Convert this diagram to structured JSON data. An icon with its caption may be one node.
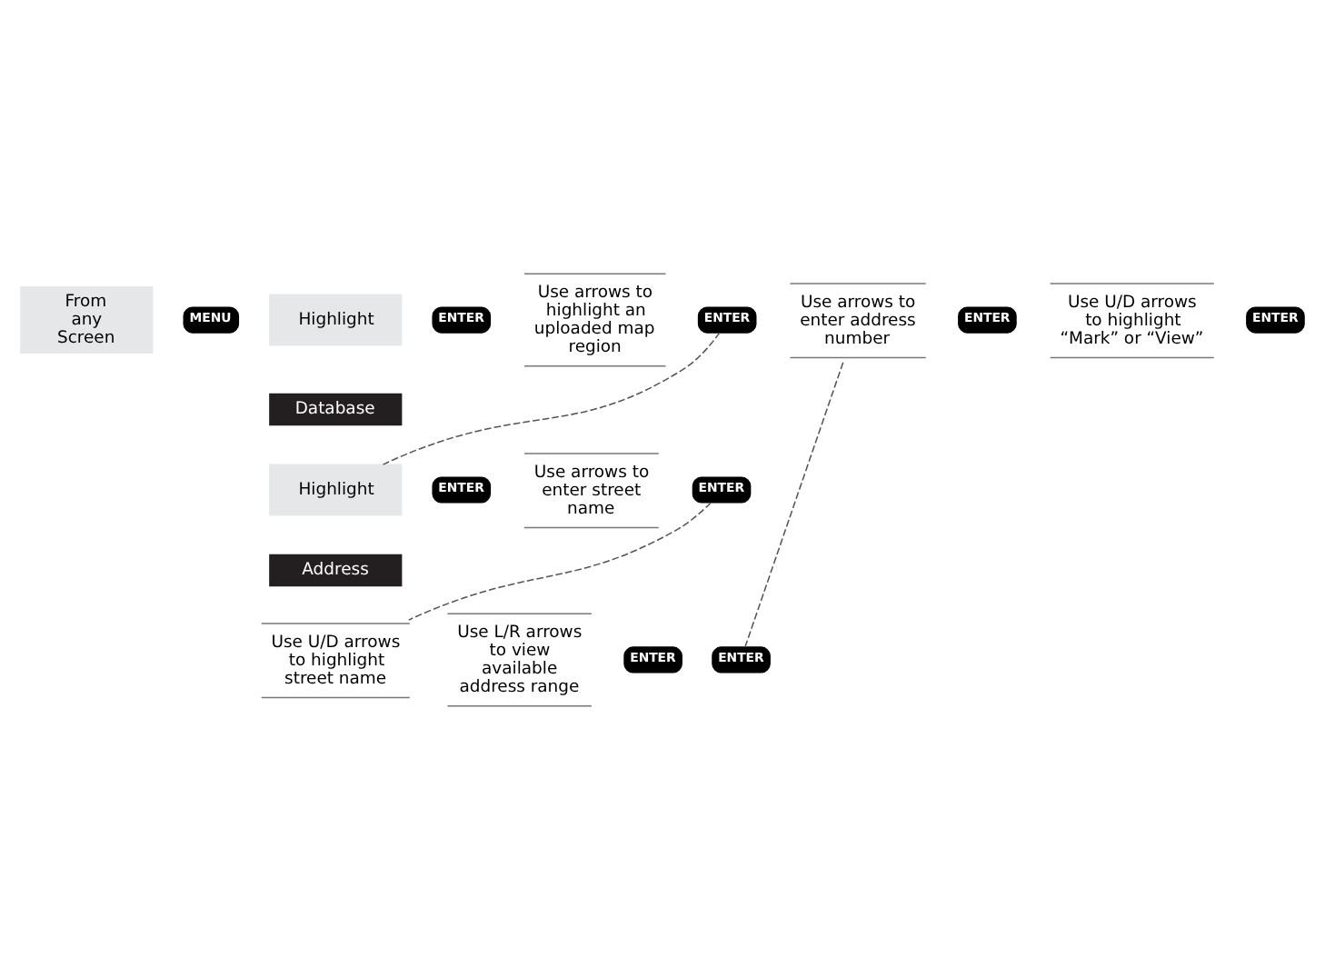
{
  "diagram": {
    "nodes": [
      {
        "text": [
          "From any Screen"
        ]
      },
      {
        "text": [
          "MENU"
        ]
      },
      {
        "text": [
          "Highlight"
        ]
      },
      {
        "text": [
          "Database"
        ]
      },
      {
        "text": [
          "ENTER"
        ]
      },
      {
        "text": [
          "Use arrows to highlight an uploaded map region"
        ]
      },
      {
        "text": [
          "ENTER"
        ]
      },
      {
        "text": [
          "Highlight"
        ]
      },
      {
        "text": [
          "Address"
        ]
      },
      {
        "text": [
          "ENTER"
        ]
      },
      {
        "text": [
          "Use arrows to enter street name"
        ]
      },
      {
        "text": [
          "ENTER"
        ]
      },
      {
        "text": [
          "Use U/D arrows to highlight street name"
        ]
      },
      {
        "text": [
          "Use L/R arrows to view available address range"
        ]
      },
      {
        "text": [
          "ENTER"
        ]
      },
      {
        "text": [
          "ENTER"
        ]
      },
      {
        "text": [
          "Use arrows to enter address number"
        ]
      },
      {
        "text": [
          "ENTER"
        ]
      },
      {
        "text": [
          "Use U/D arrows to highlight “Mark” or “View”"
        ]
      },
      {
        "text": [
          "ENTER"
        ]
      }
    ],
    "edges": [
      {
        "from": 6,
        "to": 7,
        "arrow": "none",
        "style": "dashed"
      },
      {
        "from": 11,
        "to": 12,
        "arrow": "none",
        "style": "dashed"
      },
      {
        "from": 15,
        "to": 16,
        "arrow": "none",
        "style": "dashed"
      }
    ]
  }
}
